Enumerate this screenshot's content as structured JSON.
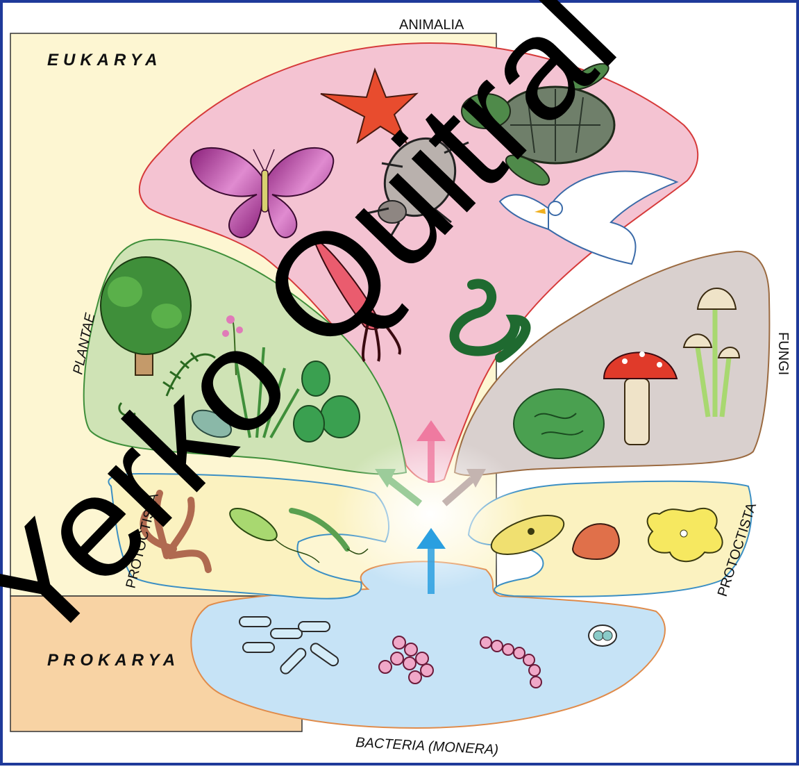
{
  "domains": {
    "eukarya": "EUKARYA",
    "prokarya": "PROKARYA"
  },
  "kingdoms": {
    "animalia": "ANIMALIA",
    "plantae": "PLANTAE",
    "fungi": "FUNGI",
    "protoctista_left": "PROTOCTISTA",
    "protoctista_right": "PROTOCTISTA",
    "bacteria": "BACTERIA (MONERA)"
  },
  "watermark": "Yerko Quitral",
  "colors": {
    "frame_border": "#1f3a9a",
    "eukarya_bg": "#fdf6d2",
    "prokarya_bg": "#f8d3a4",
    "animalia_fill": "#f4c3d2",
    "animalia_stroke": "#d63a3a",
    "plantae_fill": "#cfe3b5",
    "plantae_stroke": "#3f8f3a",
    "fungi_fill": "#d9d0ce",
    "fungi_stroke": "#9b6a40",
    "protoctista_fill": "#fbf2c0",
    "protoctista_stroke": "#3b8fc4",
    "bacteria_fill": "#c6e3f6",
    "bacteria_stroke": "#e08b4a"
  },
  "icons": {
    "animalia": [
      "starfish-icon",
      "sea-turtle-icon",
      "butterfly-icon",
      "beetle-icon",
      "dove-icon",
      "squid-icon",
      "snake-icon"
    ],
    "plantae": [
      "tree-icon",
      "fern-icon",
      "flowering-plant-icon",
      "grass-icon",
      "leaf-icon",
      "cactus-icon"
    ],
    "fungi": [
      "lichen-icon",
      "fly-agaric-mushroom-icon",
      "thin-mushrooms-icon"
    ],
    "protoctista_left": [
      "red-algae-icon",
      "euglena-icon",
      "trypanosome-icon"
    ],
    "protoctista_right": [
      "paramecium-icon",
      "foraminifera-icon",
      "amoeba-icon"
    ],
    "bacteria": [
      "bacilli-icon",
      "staphylococci-icon",
      "streptococci-icon",
      "diplococcus-icon"
    ],
    "arrows": [
      "arrow-up-blue-icon",
      "arrow-up-pink-icon",
      "arrow-up-left-green-icon",
      "arrow-up-right-gray-icon"
    ]
  }
}
